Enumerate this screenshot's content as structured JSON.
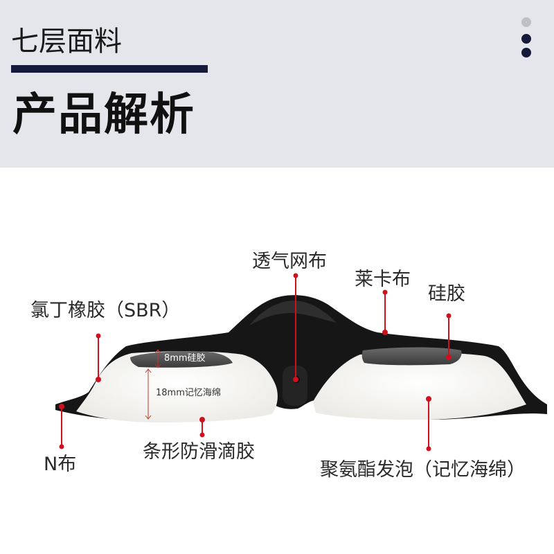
{
  "header": {
    "subtitle": "七层面料",
    "title": "产品解析"
  },
  "labels": {
    "breathable_mesh": "透气网布",
    "lycra": "莱卡布",
    "silicone": "硅胶",
    "sbr": "氯丁橡胶（SBR）",
    "n_cloth": "N布",
    "anti_slip_glue": "条形防滑滴胶",
    "pu_foam": "聚氨酯发泡（记忆海绵）"
  },
  "dimensions": {
    "silicone_thickness": "8mm硅胶",
    "foam_thickness": "18mm记忆海绵"
  },
  "colors": {
    "header_bg": "#e5e6ec",
    "accent_navy": "#15193a",
    "pointer_red": "#d0101e"
  }
}
